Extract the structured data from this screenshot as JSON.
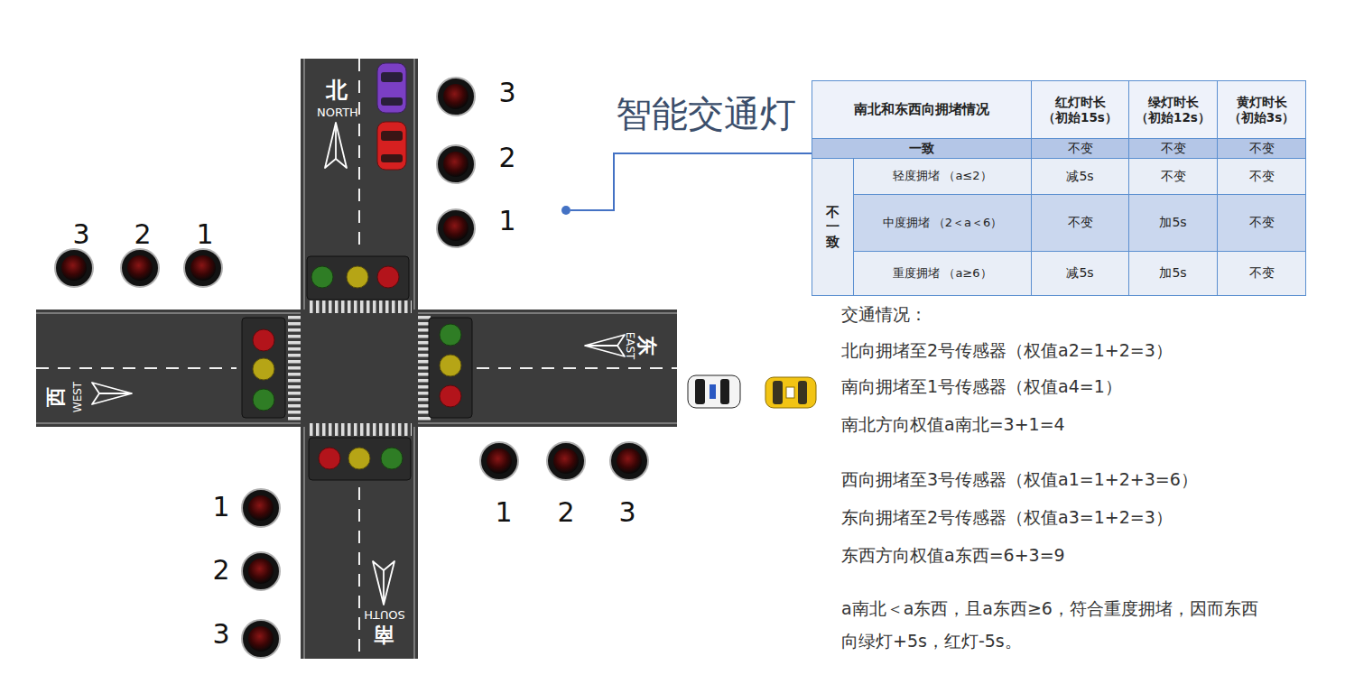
{
  "diagram": {
    "title": "智能交通灯",
    "labels": [
      "北",
      "NORTH",
      "东",
      "EAST",
      "西",
      "WEST",
      "南",
      "SOUTH",
      "3",
      "2",
      "1",
      "3",
      "2",
      "1",
      "1",
      "2",
      "3",
      "1",
      "2",
      "3",
      "南北和东西向拥堵情况",
      "红灯时长 （初始15s）",
      "绿灯时长 （初始12s）",
      "黄灯时长 （初始3s）",
      "一致",
      "不变",
      "不变",
      "不变",
      "不一致",
      "轻度拥堵 （a≤2）",
      "减5s",
      "不变",
      "不变",
      "中度拥堵 （2＜a＜6）",
      "不变",
      "加5s",
      "不变",
      "重度拥堵 （a≥6）",
      "减5s",
      "加5s",
      "不变",
      "交通情况：",
      "北向拥堵至2号传感器（权值a2=1+2=3）",
      "南向拥堵至1号传感器（权值a4=1）",
      "南北方向权值a南北=3+1=4",
      "西向拥堵至3号传感器（权值a1=1+2+3=6）",
      "东向拥堵至2号传感器（权值a3=1+2=3）",
      "东西方向权值a东西=6+3=9",
      "a南北＜a东西，且a东西≥6，符合重度拥堵，因而东西向绿灯+5s，红灯-5s。"
    ]
  }
}
